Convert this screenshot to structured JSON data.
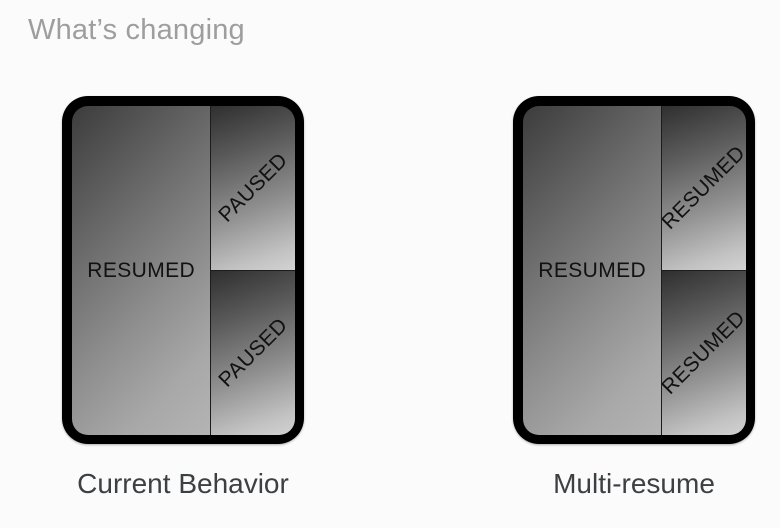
{
  "slide": {
    "title": "What’s changing",
    "background_color": "#fbfbfb",
    "title_color": "#9e9e9e",
    "caption_color": "#3c4043"
  },
  "figures": [
    {
      "id": "current-behavior",
      "caption": "Current Behavior",
      "device": {
        "frame_color": "#000000",
        "panes": [
          {
            "position": "primary",
            "label": "RESUMED",
            "orientation": "horizontal"
          },
          {
            "position": "secondary-top",
            "label": "PAUSED",
            "orientation": "diagonal"
          },
          {
            "position": "secondary-bottom",
            "label": "PAUSED",
            "orientation": "diagonal"
          }
        ]
      }
    },
    {
      "id": "multi-resume",
      "caption": "Multi-resume",
      "device": {
        "frame_color": "#000000",
        "panes": [
          {
            "position": "primary",
            "label": "RESUMED",
            "orientation": "horizontal"
          },
          {
            "position": "secondary-top",
            "label": "RESUMED",
            "orientation": "diagonal"
          },
          {
            "position": "secondary-bottom",
            "label": "RESUMED",
            "orientation": "diagonal"
          }
        ]
      }
    }
  ]
}
